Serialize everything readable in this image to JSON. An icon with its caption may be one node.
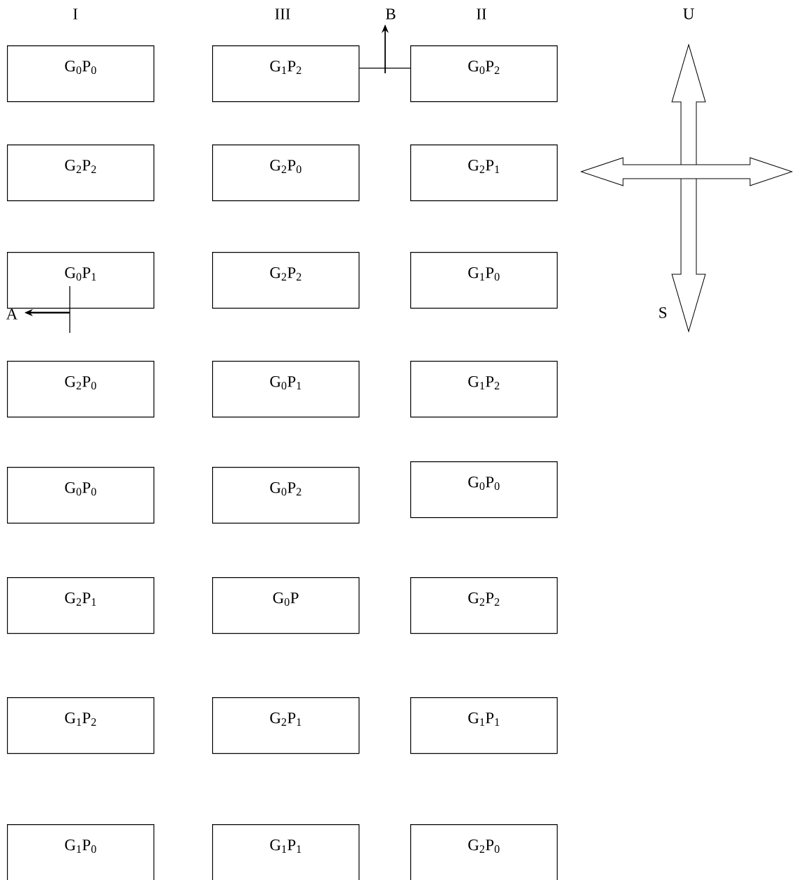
{
  "diagram": {
    "nodes": [
      {
        "text": [
          "G$_{0}$P$_{0}$"
        ]
      },
      {
        "text": [
          "G$_{1}$P$_{2}$"
        ]
      },
      {
        "text": [
          "G$_{0}$P$_{2}$"
        ]
      },
      {
        "text": [
          "G$_{2}$P$_{2}$"
        ]
      },
      {
        "text": [
          "G$_{2}$P$_{0}$"
        ]
      },
      {
        "text": [
          "G$_{2}$P$_{1}$"
        ]
      },
      {
        "text": [
          "G$_{0}$P$_{1}$"
        ]
      },
      {
        "text": [
          "G$_{2}$P$_{2}$"
        ]
      },
      {
        "text": [
          "G$_{1}$P$_{0}$"
        ]
      },
      {
        "text": [
          "G$_{2}$P$_{0}$"
        ]
      },
      {
        "text": [
          "G$_{0}$P$_{1}$"
        ]
      },
      {
        "text": [
          "G$_{1}$P$_{2}$"
        ]
      },
      {
        "text": [
          "G$_{0}$P$_{0}$"
        ]
      },
      {
        "text": [
          "G$_{0}$P$_{2}$"
        ]
      },
      {
        "text": [
          "G$_{0}$P$_{0}$"
        ]
      },
      {
        "text": [
          "G$_{2}$P$_{1}$"
        ]
      },
      {
        "text": [
          "G$_{0}$P"
        ]
      },
      {
        "text": [
          "G$_{2}$P$_{2}$"
        ]
      },
      {
        "text": [
          "G$_{1}$P$_{2}$"
        ]
      },
      {
        "text": [
          "G$_{2}$P$_{1}$"
        ]
      },
      {
        "text": [
          "G$_{1}$P$_{1}$"
        ]
      },
      {
        "text": [
          "G$_{1}$P$_{0}$"
        ]
      },
      {
        "text": [
          "G$_{1}$P$_{1}$"
        ]
      },
      {
        "text": [
          "G$_{2}$P$_{0}$"
        ]
      }
    ],
    "edges": [
      {
        "from": 1,
        "to": 2,
        "arrow": "none"
      }
    ],
    "labels": [
      "I",
      "III",
      "B",
      "II",
      "U",
      "A",
      "S"
    ]
  }
}
